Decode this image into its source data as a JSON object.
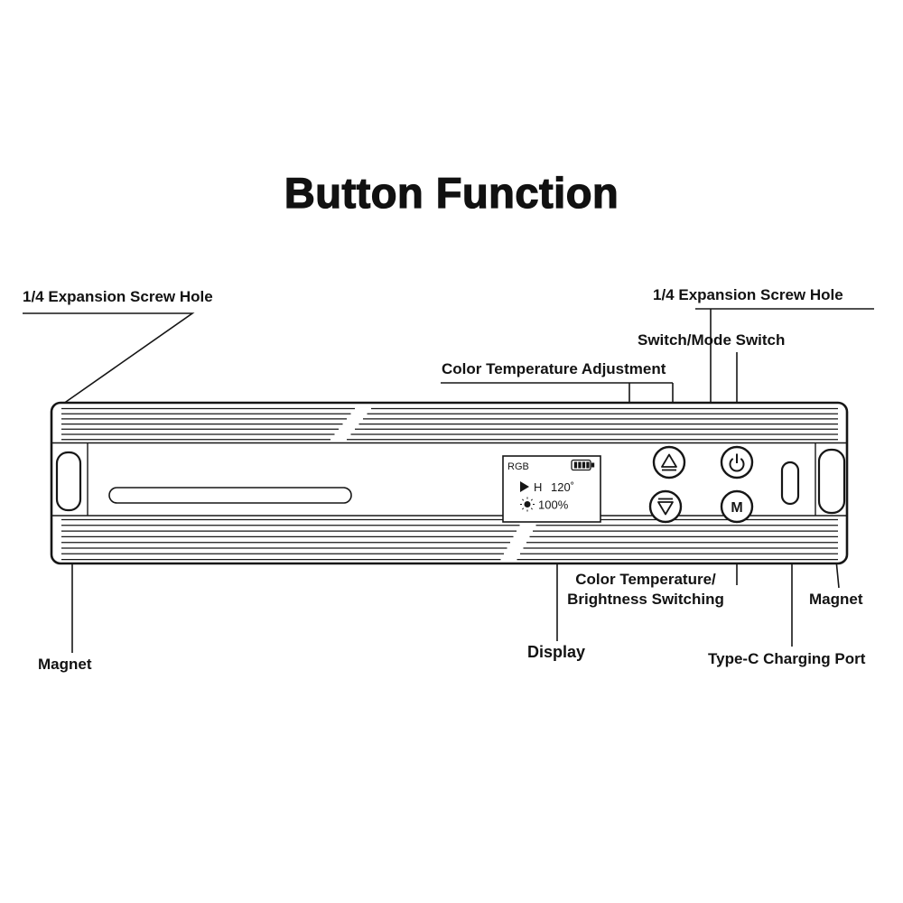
{
  "title": "Button Function",
  "labels": {
    "screw_left": "1/4 Expansion Screw Hole",
    "screw_right": "1/4 Expansion Screw Hole",
    "switch_mode": "Switch/Mode Switch",
    "color_temp_adjustment": "Color Temperature Adjustment",
    "ct_brightness_line1": "Color Temperature/",
    "ct_brightness_line2": "Brightness Switching",
    "magnet_right": "Magnet",
    "display": "Display",
    "type_c": "Type-C Charging Port",
    "magnet_left": "Magnet"
  },
  "display_screen": {
    "mode": "RGB",
    "hue_label": "H",
    "hue_value": "120˚",
    "brightness_value": "100%"
  },
  "buttons": {
    "mode_letter": "M"
  },
  "colors": {
    "ink": "#161616",
    "background": "#ffffff"
  }
}
